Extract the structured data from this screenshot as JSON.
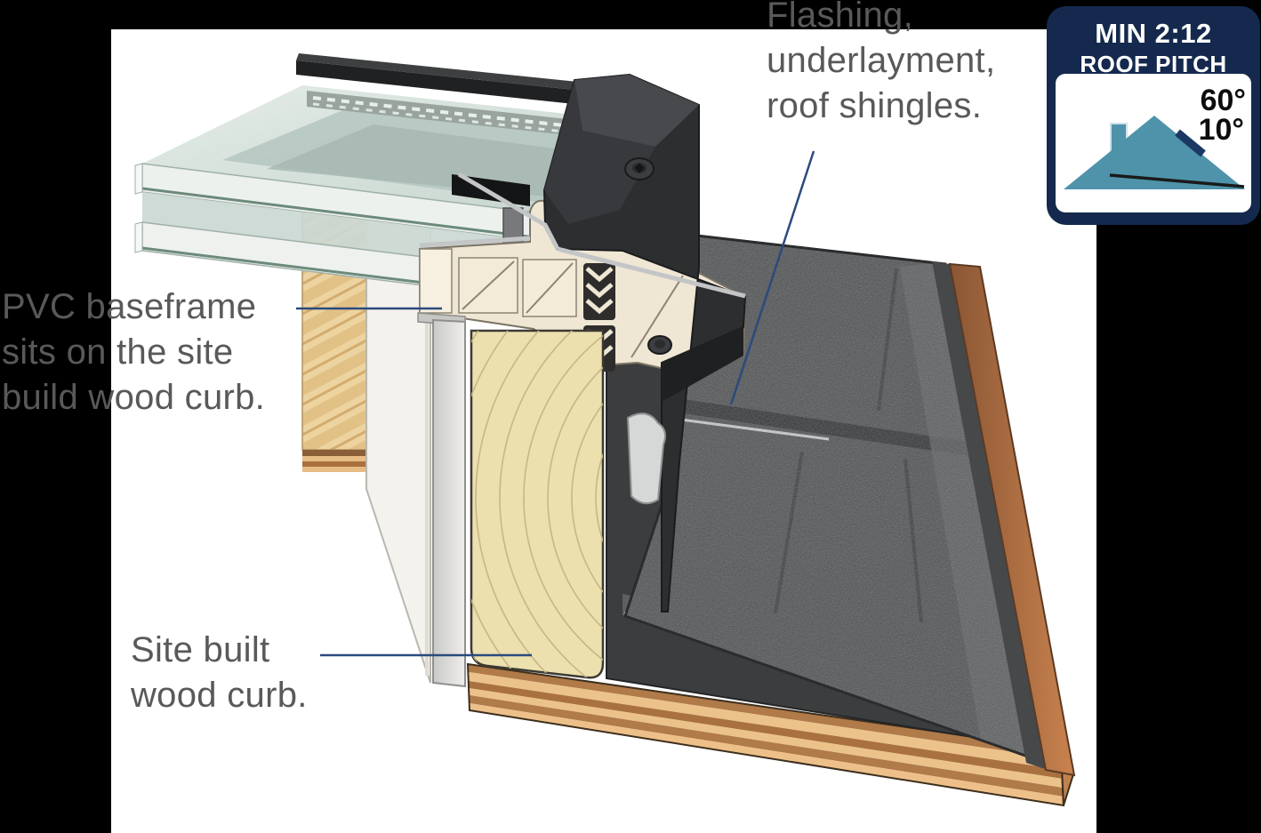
{
  "page": {
    "background": "#000000",
    "panel_background": "#ffffff"
  },
  "labels": {
    "text_color": "#58595b",
    "flashing": {
      "lines": [
        "Flashing,",
        "underlayment,",
        "roof shingles."
      ]
    },
    "pvc_baseframe": {
      "lines": [
        "PVC baseframe",
        "sits on the site",
        "build wood curb."
      ]
    },
    "site_curb": {
      "lines": [
        "Site built",
        "wood curb."
      ]
    }
  },
  "badge": {
    "line1": "MIN 2:12",
    "line2": "ROOF PITCH",
    "angle_steep": "60°",
    "angle_min": "10°",
    "background": "#14294d",
    "house_color": "#4f93ab",
    "panel_background": "#ffffff"
  },
  "illustration": {
    "leader_color": "#2b4a7e",
    "parts": {
      "glass": "#d9e4de",
      "pvc_frame": "#efe6d3",
      "wood_curb": "#ece0ae",
      "wood_stud": "#e9cf9c",
      "flashing_black": "#2c2e30",
      "shingles": "#4d4f51",
      "plywood_deck": "#c0824f",
      "metal_flashing": "#d9d9d7"
    }
  }
}
